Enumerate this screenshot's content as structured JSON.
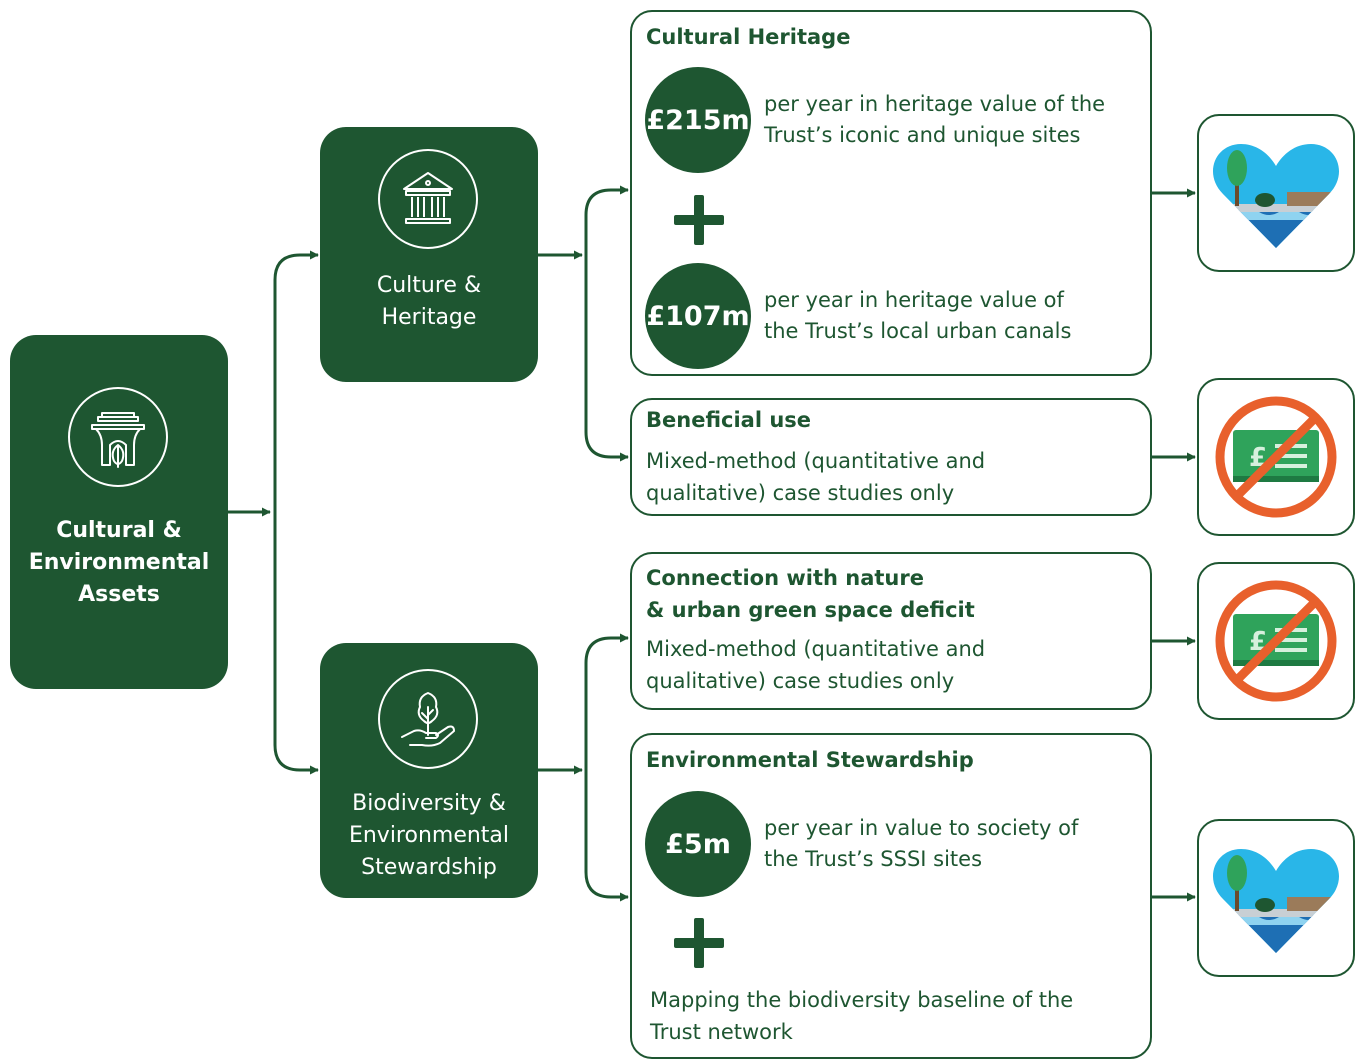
{
  "root": {
    "label": "Cultural &\nEnvironmental\nAssets"
  },
  "culture": {
    "label": "Culture &\nHeritage"
  },
  "biodiversity": {
    "label": "Biodiversity &\nEnvironmental\nStewardship"
  },
  "cards": {
    "cultural_heritage": {
      "title": "Cultural Heritage",
      "value1": "£215m",
      "text1": "per year in heritage value of the\nTrust’s iconic and unique sites",
      "value2": "£107m",
      "text2": "per year in heritage value of\nthe Trust’s local urban canals"
    },
    "beneficial_use": {
      "title": "Beneficial use",
      "text": "Mixed-method (quantitative and\nqualitative) case studies only"
    },
    "connection_nature": {
      "title": "Connection with nature\n& urban green space deficit",
      "text": "Mixed-method (quantitative and\nqualitative) case studies only"
    },
    "env_stewardship": {
      "title": "Environmental Stewardship",
      "value1": "£5m",
      "text1": "per year in value to society of\nthe Trust’s SSSI sites",
      "text2": "Mapping the biodiversity baseline of the\nTrust network"
    }
  },
  "outcome_icons": [
    "heart-landscape-icon",
    "no-money-icon",
    "no-money-icon",
    "heart-landscape-icon"
  ],
  "colors": {
    "brand_green": "#1e5631",
    "no_symbol_orange": "#e8602c",
    "money_green": "#2fa35b",
    "sky_blue": "#29b6e8",
    "water_blue": "#1e6fb4"
  }
}
